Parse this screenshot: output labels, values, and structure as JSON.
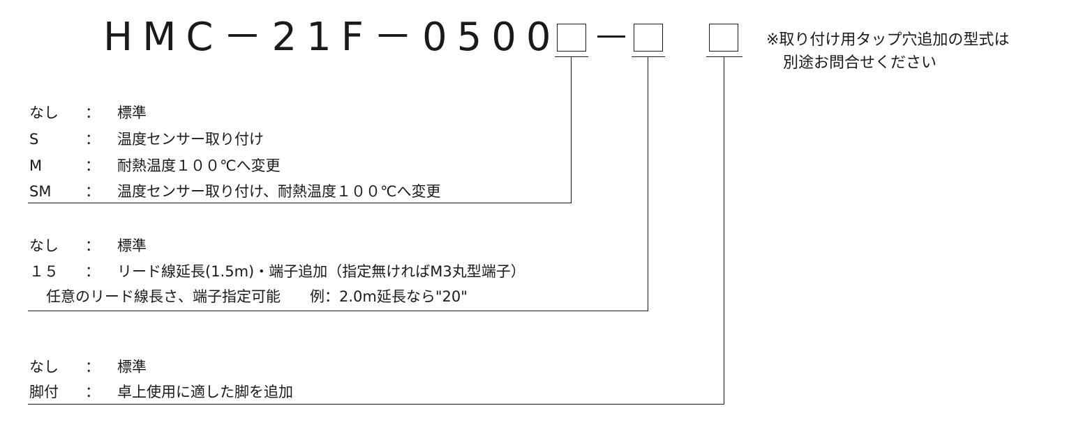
{
  "model": {
    "text": "HMC－21F－0500",
    "hyphen": "－"
  },
  "note": {
    "line1": "※取り付け用タップ穴追加の型式は",
    "line2": "別途お問合せください"
  },
  "groups": [
    {
      "rows": [
        {
          "key": "なし",
          "sep": "：",
          "desc": "標準"
        },
        {
          "key": "S",
          "sep": "：",
          "desc": "温度センサー取り付け"
        },
        {
          "key": "M",
          "sep": "：",
          "desc": "耐熱温度１００℃へ変更"
        },
        {
          "key": "SM",
          "sep": "：",
          "desc": "温度センサー取り付け、耐熱温度１００℃へ変更"
        }
      ]
    },
    {
      "rows": [
        {
          "key": "なし",
          "sep": "：",
          "desc": "標準"
        },
        {
          "key": "１５",
          "sep": "：",
          "desc": "リード線延長(1.5m)・端子追加（指定無ければM3丸型端子）"
        }
      ],
      "extra": "任意のリード線長さ、端子指定可能　　例：2.0m延長なら\"20\""
    },
    {
      "rows": [
        {
          "key": "なし",
          "sep": "：",
          "desc": "標準"
        },
        {
          "key": "脚付",
          "sep": "：",
          "desc": "卓上使用に適した脚を追加"
        }
      ]
    }
  ]
}
